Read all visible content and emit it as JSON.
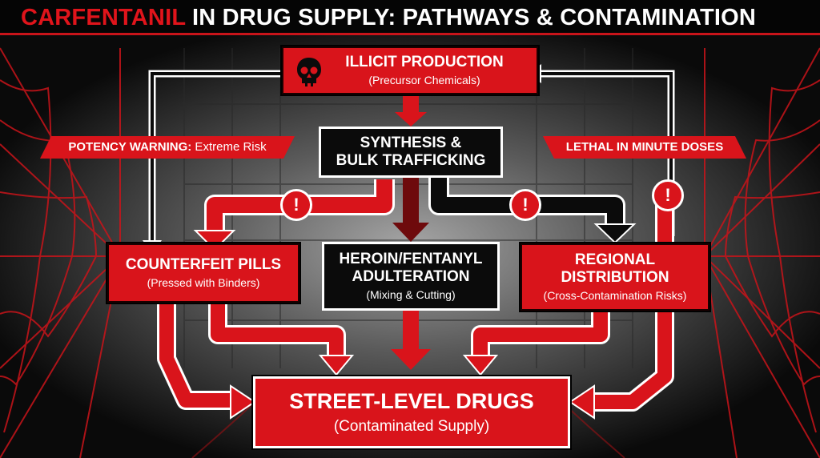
{
  "title": {
    "accent": "CARFENTANIL",
    "rest": " IN DRUG SUPPLY: PATHWAYS & CONTAMINATION"
  },
  "nodes": {
    "production": {
      "label": "ILLICIT PRODUCTION",
      "sub": "(Precursor Chemicals)",
      "icon": "skull-icon"
    },
    "synthesis": {
      "label_line1": "SYNTHESIS &",
      "label_line2": "BULK TRAFFICKING"
    },
    "counterfeit": {
      "label": "COUNTERFEIT PILLS",
      "sub": "(Pressed with Binders)"
    },
    "heroin": {
      "label_line1": "HEROIN/FENTANYL",
      "label_line2": "ADULTERATION",
      "sub": "(Mixing & Cutting)"
    },
    "regional": {
      "label_line1": "REGIONAL",
      "label_line2": "DISTRIBUTION",
      "sub": "(Cross-Contamination Risks)"
    },
    "street": {
      "label": "STREET-LEVEL DRUGS",
      "sub": "(Contaminated Supply)"
    }
  },
  "banners": {
    "left": {
      "bold": "POTENCY WARNING:",
      "rest": " Extreme Risk"
    },
    "right": {
      "text": "LETHAL IN MINUTE DOSES"
    }
  },
  "warning_symbol": "!",
  "colors": {
    "accent": "#d9141b",
    "background": "#0a0a0a",
    "white": "#ffffff",
    "dark_red": "#6e0a0c"
  }
}
